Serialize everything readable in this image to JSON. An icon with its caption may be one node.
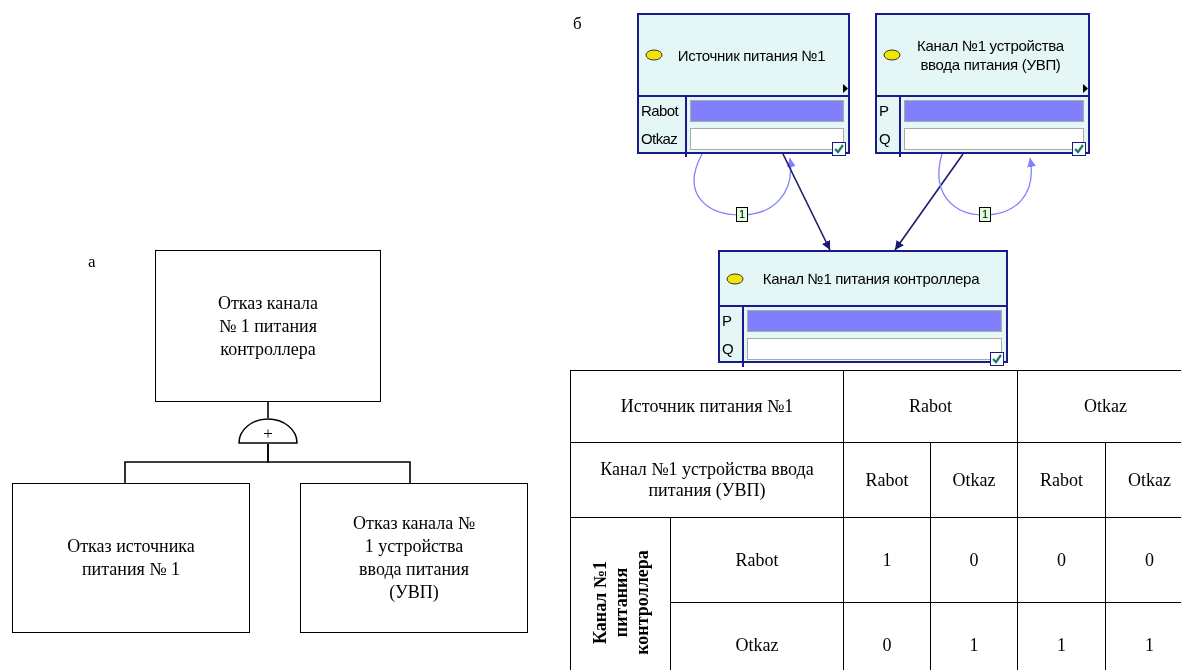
{
  "diagram": {
    "nodes": [
      {
        "text": [
          "Отказ канала № 1 питания контроллера"
        ]
      },
      {
        "text": [
          "+"
        ]
      },
      {
        "text": [
          "Отказ источника питания № 1"
        ]
      },
      {
        "text": [
          "Отказ канала № 1 устройства ввода питания (УВП)"
        ]
      },
      {
        "text": [
          "Источник питания №1",
          "Rabot",
          "Otkaz"
        ]
      },
      {
        "text": [
          "Канал №1 устройства ввода питания (УВП)",
          "P",
          "Q"
        ]
      },
      {
        "text": [
          "Канал №1 питания контроллера",
          "P",
          "Q"
        ]
      }
    ],
    "edges": [
      {
        "from": 0,
        "to": 1,
        "arrow": "none"
      },
      {
        "from": 1,
        "to": 2,
        "arrow": "none"
      },
      {
        "from": 1,
        "to": 3,
        "arrow": "none"
      },
      {
        "from": 4,
        "to": 4,
        "arrow": "to",
        "label": "1",
        "color": "#8080ff"
      },
      {
        "from": 4,
        "to": 6,
        "arrow": "to",
        "color": "#1a1a6e"
      },
      {
        "from": 5,
        "to": 6,
        "arrow": "to",
        "color": "#1a1a6e"
      },
      {
        "from": 5,
        "to": 5,
        "arrow": "to",
        "label": "1",
        "color": "#8080ff"
      }
    ],
    "labels": [
      "а",
      "б",
      "Источник питания  №1",
      "Rabot",
      "Otkaz",
      "Канал №1 устройства ввода питания (УВП)",
      "Rabot",
      "Otkaz",
      "Rabot",
      "Otkaz",
      "Канал №1 питания контроллера",
      "Rabot",
      "1",
      "0",
      "0",
      "0",
      "Otkaz",
      "0",
      "1",
      "1",
      "1"
    ]
  }
}
